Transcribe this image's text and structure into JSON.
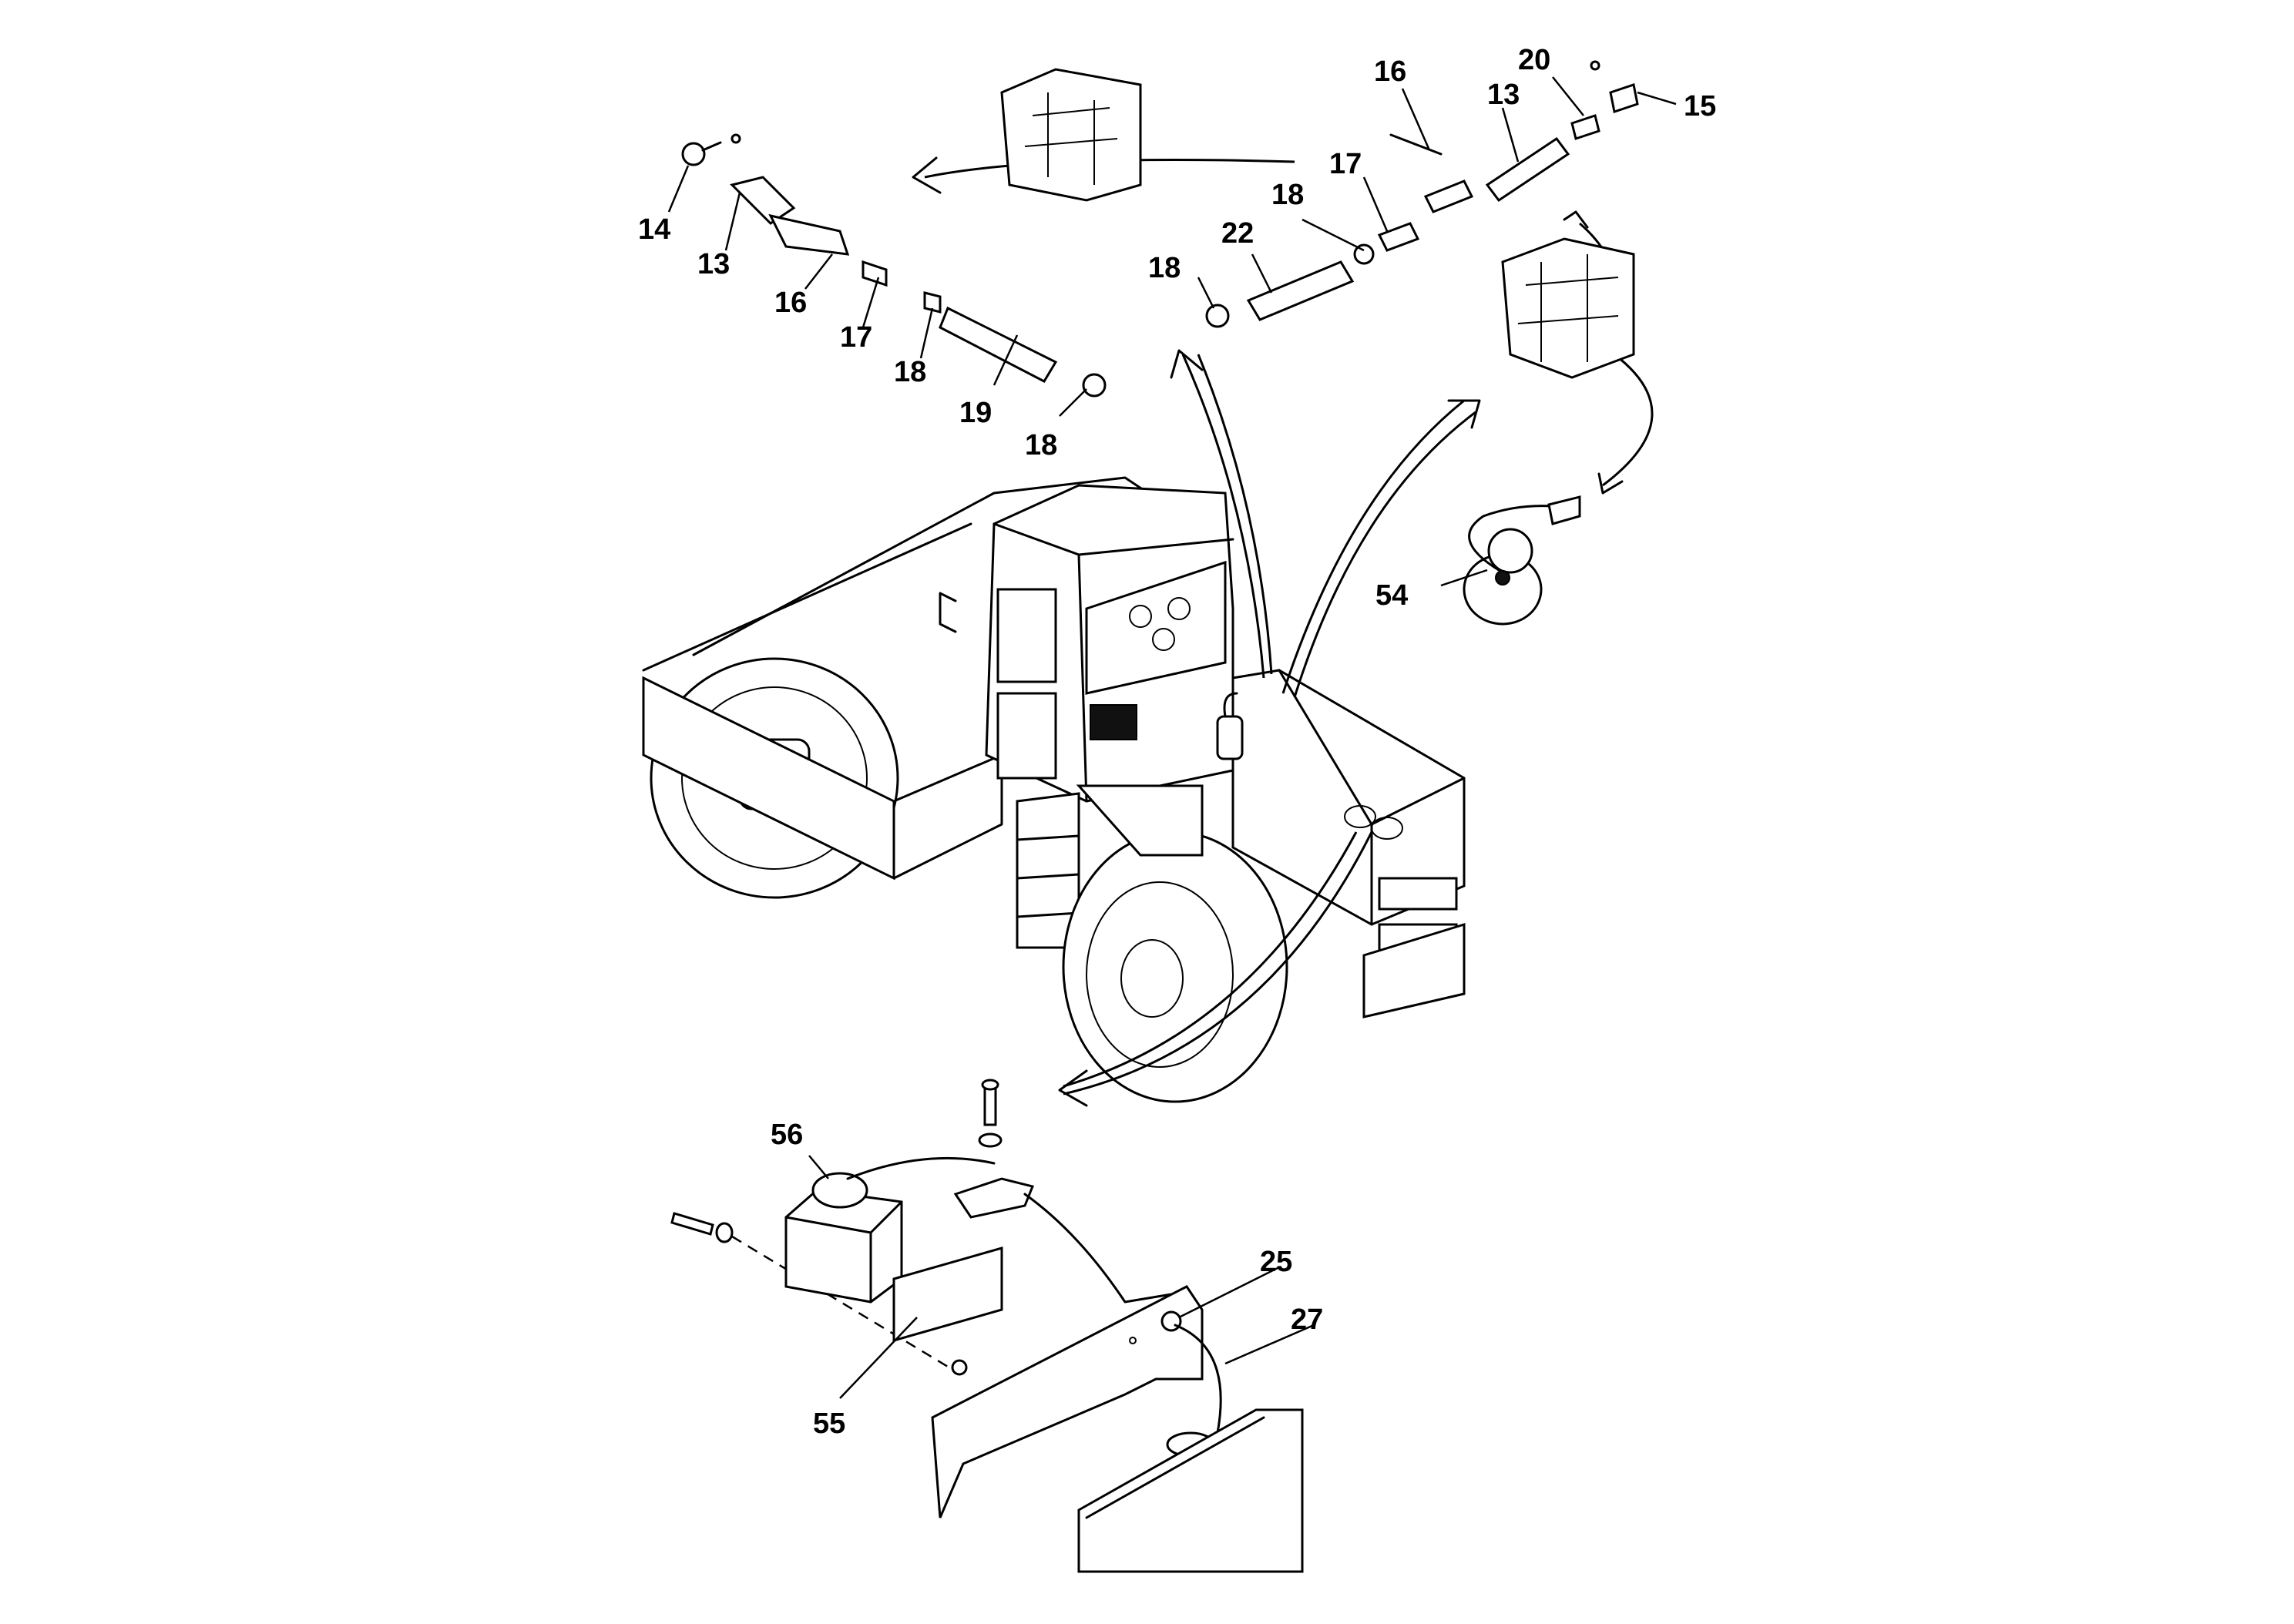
{
  "figure": {
    "callouts": [
      {
        "id": "c14a",
        "text": "14"
      },
      {
        "id": "c13a",
        "text": "13"
      },
      {
        "id": "c16a",
        "text": "16"
      },
      {
        "id": "c17a",
        "text": "17"
      },
      {
        "id": "c18a",
        "text": "18"
      },
      {
        "id": "c19",
        "text": "19"
      },
      {
        "id": "c18b",
        "text": "18"
      },
      {
        "id": "c16b",
        "text": "16"
      },
      {
        "id": "c13b",
        "text": "13"
      },
      {
        "id": "c20",
        "text": "20"
      },
      {
        "id": "c15",
        "text": "15"
      },
      {
        "id": "c17b",
        "text": "17"
      },
      {
        "id": "c18c",
        "text": "18"
      },
      {
        "id": "c22",
        "text": "22"
      },
      {
        "id": "c18d",
        "text": "18"
      },
      {
        "id": "c54",
        "text": "54"
      },
      {
        "id": "c56",
        "text": "56"
      },
      {
        "id": "c55",
        "text": "55"
      },
      {
        "id": "c25",
        "text": "25"
      },
      {
        "id": "c27",
        "text": "27"
      }
    ]
  }
}
